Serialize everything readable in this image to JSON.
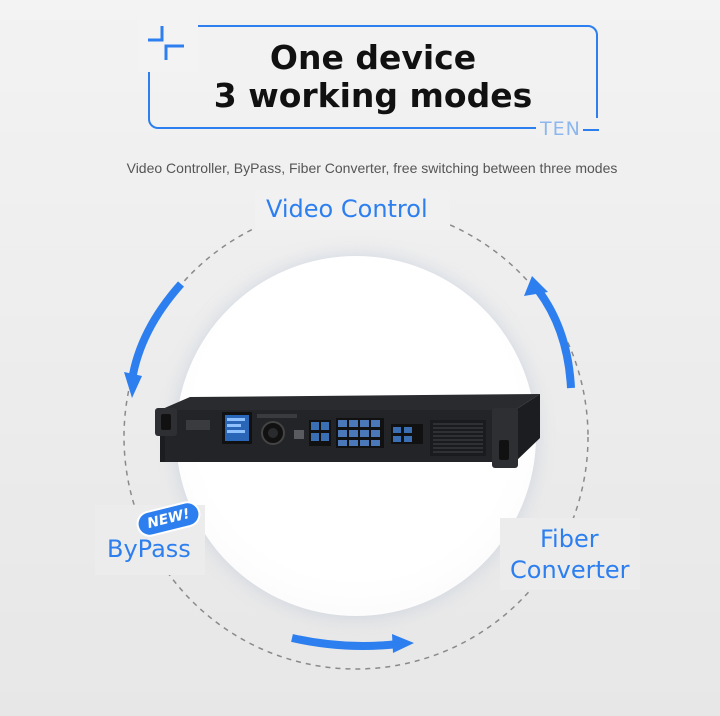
{
  "title": {
    "line1": "One device",
    "line2": "3 working modes",
    "watermark": "TEN"
  },
  "subtitle": "Video Controller, ByPass, Fiber Converter, free switching between three modes",
  "modes": {
    "video_control": "Video Control",
    "bypass": "ByPass",
    "bypass_badge": "NEW!",
    "fiber_line1": "Fiber",
    "fiber_line2": "Converter"
  },
  "colors": {
    "accent": "#2d7ff0",
    "device_body": "#1c1d20",
    "dashed_circle": "#8a8a8a"
  },
  "icons": {
    "corner_mark": "corner-bracket-icon",
    "device": "rack-mount-video-controller"
  }
}
